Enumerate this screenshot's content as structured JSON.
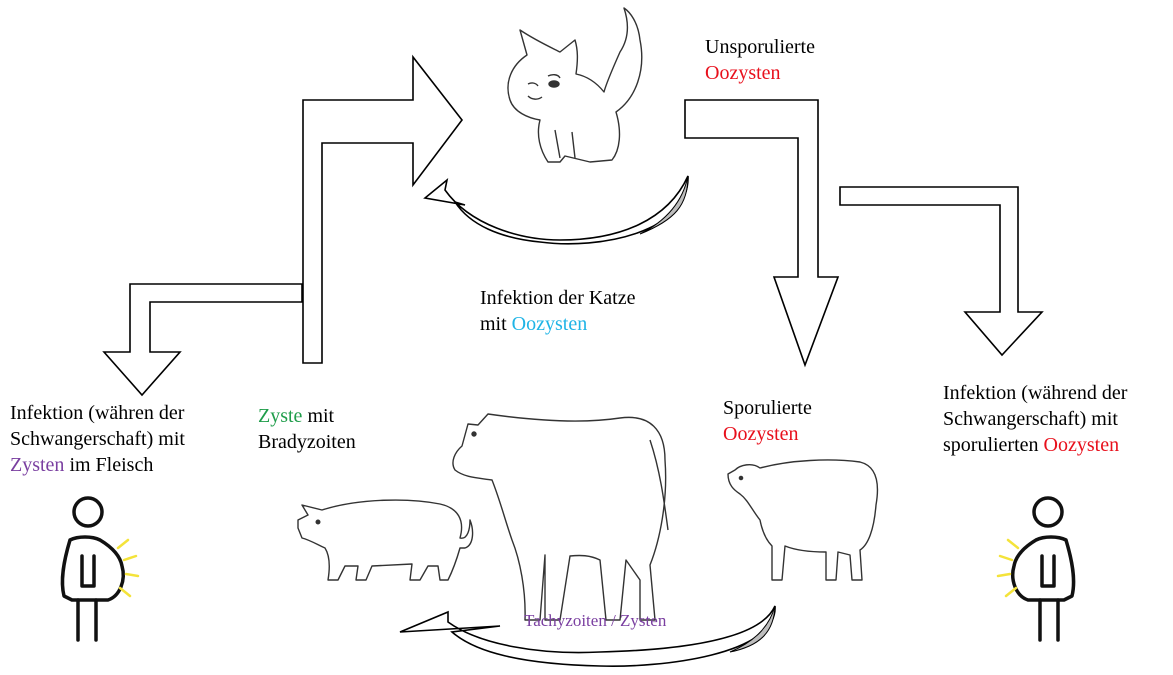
{
  "labels": {
    "unsporulated": {
      "line1": "Unsporulierte",
      "line2": "Oozysten"
    },
    "cat_infection": {
      "line1": "Infektion der Katze",
      "line2_prefix": "mit ",
      "line2_highlight": "Oozysten"
    },
    "cyst": {
      "highlight": "Zyste",
      "line1_suffix": " mit",
      "line2": "Bradyzoiten"
    },
    "sporulated": {
      "line1": "Sporulierte",
      "line2": "Oozysten"
    },
    "left_infection": {
      "line1": "Infektion (währen der",
      "line2": "Schwangerschaft) mit",
      "line3_highlight": "Zysten",
      "line3_suffix": " im Fleisch"
    },
    "right_infection": {
      "line1": "Infektion (während der",
      "line2": "Schwangerschaft) mit",
      "line3_prefix": "sporulierten ",
      "line3_highlight": "Oozysten"
    },
    "tachy": "Tachyzoiten / Zysten"
  },
  "colors": {
    "oocyst": "#e8101c",
    "oocyst_cat": "#1fb4e6",
    "cyst": "#1f9d4a",
    "tachy": "#7a3fa0",
    "glow": "#f4e33a",
    "curve_shade": "#bdbdbd"
  },
  "icons": [
    "cat-icon",
    "cow-icon",
    "pig-icon",
    "sheep-icon",
    "pregnant-woman-icon"
  ]
}
